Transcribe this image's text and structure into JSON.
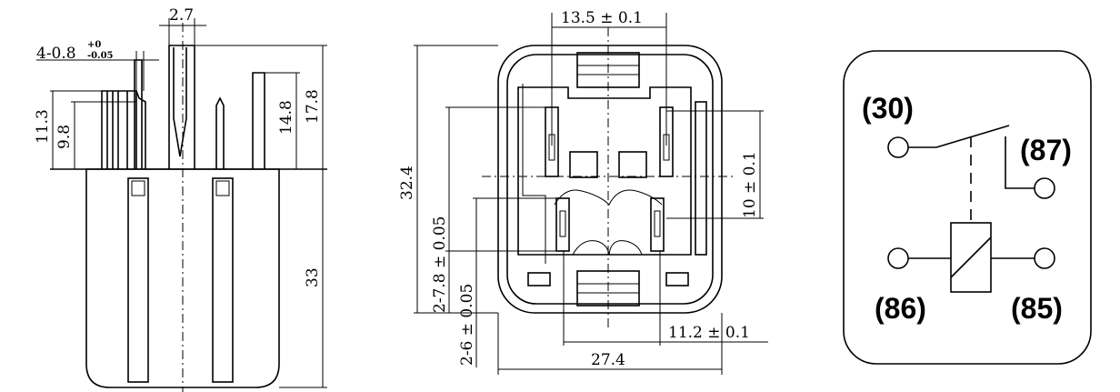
{
  "side_view": {
    "dims": {
      "pin_width": "2.7",
      "pin_thickness": "4-0.8",
      "tol_upper": "+0",
      "tol_lower": "-0.05",
      "h1": "11.3",
      "h2": "9.8",
      "h3": "14.8",
      "h4": "17.8",
      "body_height": "33"
    }
  },
  "bottom_view": {
    "dims": {
      "top_span": "13.5 ± 0.1",
      "height": "32.4",
      "right_span": "10 ± 0.1",
      "left_span1": "2-7.8 ± 0.05",
      "left_span2": "2-6 ± 0.05",
      "bottom_span": "11.2 ± 0.1",
      "width": "27.4"
    }
  },
  "schematic": {
    "terminals": {
      "t30": "(30)",
      "t87": "(87)",
      "t86": "(86)",
      "t85": "(85)"
    }
  }
}
